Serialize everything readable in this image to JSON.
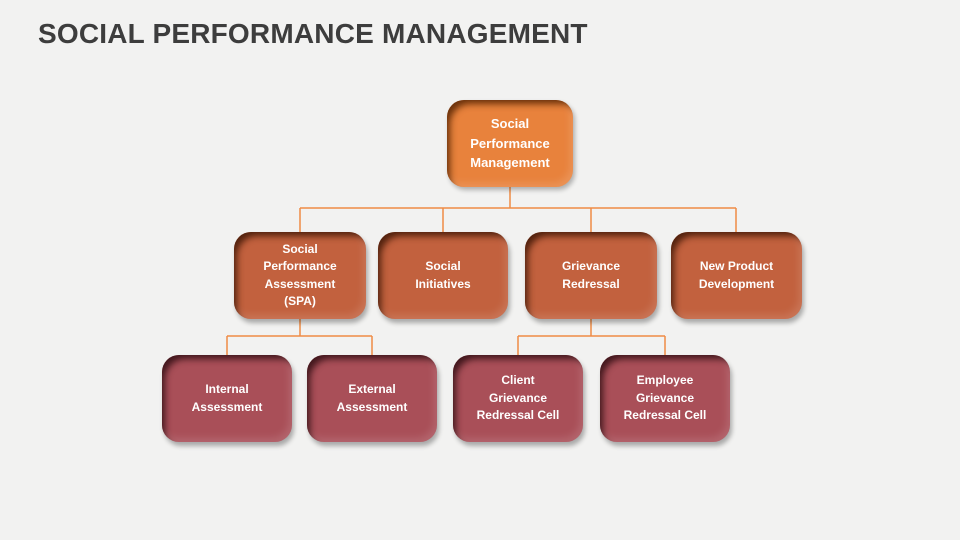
{
  "slide": {
    "title": "SOCIAL PERFORMANCE MANAGEMENT"
  },
  "colors": {
    "background": "#F2F2F1",
    "title": "#3D3D3D",
    "level1": "#E8823C",
    "level2": "#C2613E",
    "level3": "#A94F58",
    "connector": "#EF8B45",
    "node_text": "#FFFFFF"
  },
  "chart_data": {
    "type": "table",
    "title": "Social Performance Management org chart",
    "hierarchy": {
      "root": "Social Performance Management",
      "children": [
        {
          "label": "Social Performance Assessment (SPA)",
          "children": [
            "Internal Assessment",
            "External Assessment"
          ]
        },
        {
          "label": "Social Initiatives",
          "children": []
        },
        {
          "label": "Grievance Redressal",
          "children": [
            "Client Grievance Redressal Cell",
            "Employee Grievance Redressal Cell"
          ]
        },
        {
          "label": "New Product Development",
          "children": []
        }
      ]
    }
  },
  "nodes": {
    "root": {
      "label": "Social\nPerformance\nManagement",
      "level": 1
    },
    "spa": {
      "label": "Social\nPerformance\nAssessment\n(SPA)",
      "level": 2
    },
    "social_initiatives": {
      "label": "Social\nInitiatives",
      "level": 2
    },
    "grievance_redressal": {
      "label": "Grievance\nRedressal",
      "level": 2
    },
    "new_product_development": {
      "label": "New Product\nDevelopment",
      "level": 2
    },
    "internal_assessment": {
      "label": "Internal\nAssessment",
      "level": 3
    },
    "external_assessment": {
      "label": "External\nAssessment",
      "level": 3
    },
    "client_grievance_cell": {
      "label": "Client\nGrievance\nRedressal Cell",
      "level": 3
    },
    "employee_grievance_cell": {
      "label": "Employee\nGrievance\nRedressal Cell",
      "level": 3
    }
  }
}
